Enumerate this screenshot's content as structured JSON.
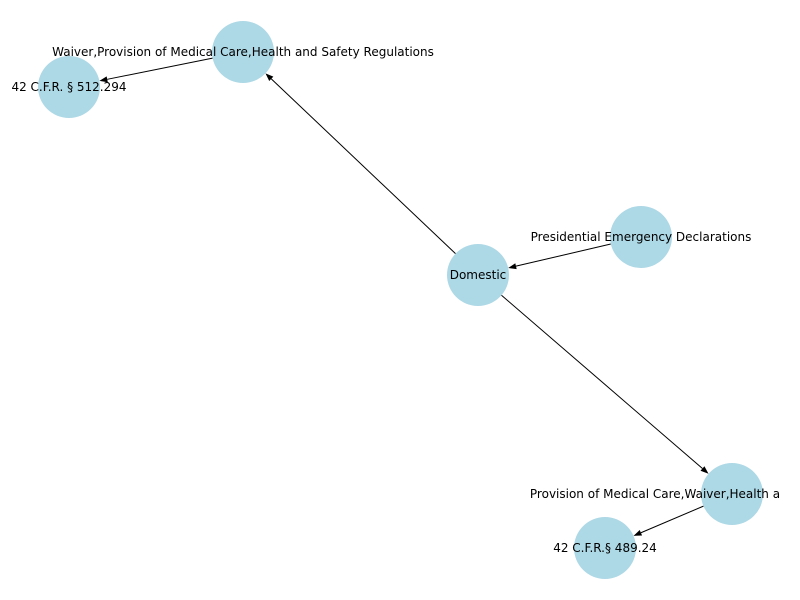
{
  "diagram": {
    "type": "directed-graph",
    "colors": {
      "node_fill": "#add8e6",
      "edge": "#000000",
      "label": "#000000",
      "background": "#ffffff"
    },
    "nodes": [
      {
        "id": "domestic",
        "label": "Domestic"
      },
      {
        "id": "waiver_a",
        "label": "Waiver,Provision of Medical Care,Health and Safety Regulations"
      },
      {
        "id": "cfr_512",
        "label": "42 C.F.R. § 512.294"
      },
      {
        "id": "presidential",
        "label": "Presidential Emergency Declarations"
      },
      {
        "id": "provision_b",
        "label": "Provision of Medical Care,Waiver,Health a"
      },
      {
        "id": "cfr_489",
        "label": "42 C.F.R.§ 489.24"
      }
    ],
    "edges": [
      {
        "from": "domestic",
        "to": "waiver_a"
      },
      {
        "from": "waiver_a",
        "to": "cfr_512"
      },
      {
        "from": "presidential",
        "to": "domestic"
      },
      {
        "from": "domestic",
        "to": "provision_b"
      },
      {
        "from": "provision_b",
        "to": "cfr_489"
      }
    ]
  }
}
